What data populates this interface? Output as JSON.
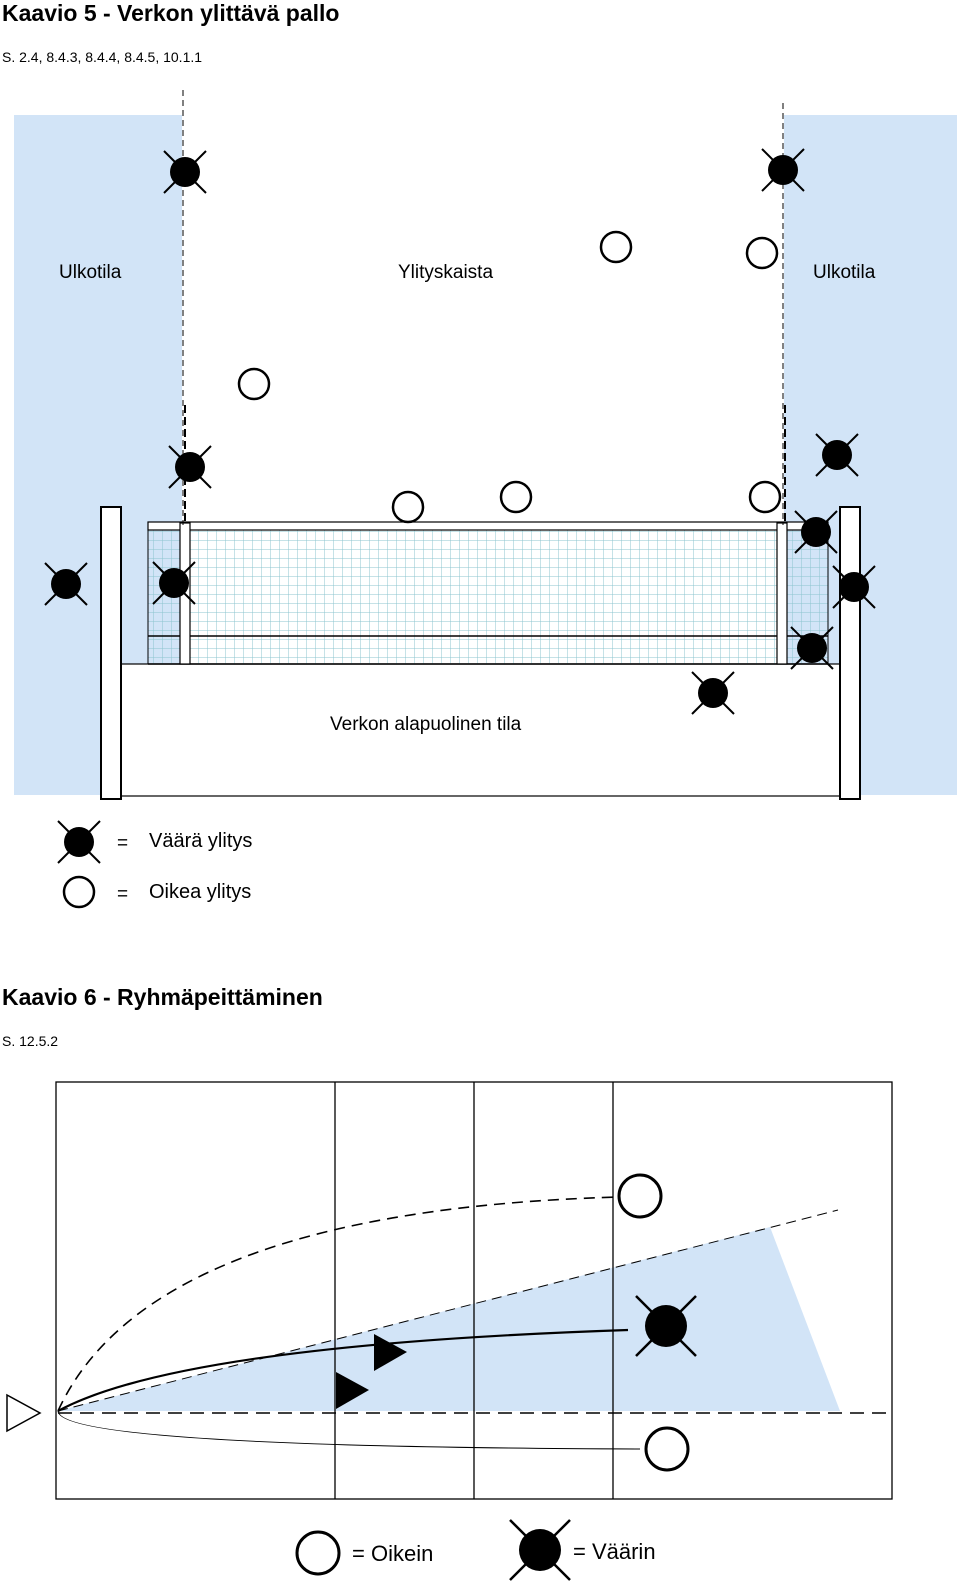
{
  "diagram5": {
    "title": "Kaavio 5 - Verkon ylittävä pallo",
    "refs": "S. 2.4, 8.4.3, 8.4.4, 8.4.5, 10.1.1",
    "labels": {
      "outside_left": "Ulkotila",
      "crossing_space": "Ylityskaista",
      "outside_right": "Ulkotila",
      "under_net": "Verkon alapuolinen tila"
    },
    "legend": {
      "wrong_eq": "=",
      "wrong": "Väärä ylitys",
      "correct_eq": "=",
      "correct": "Oikea ylitys"
    },
    "colors": {
      "outside_zone": "#d2e4f7",
      "net_mesh": "#8cc4cf",
      "ink": "#000000"
    }
  },
  "diagram6": {
    "title": "Kaavio 6 - Ryhmäpeittäminen",
    "refs": "S. 12.5.2",
    "legend": {
      "correct": "= Oikein",
      "wrong": "= Väärin"
    },
    "colors": {
      "zone": "#d2e4f7",
      "ink": "#000000"
    }
  }
}
